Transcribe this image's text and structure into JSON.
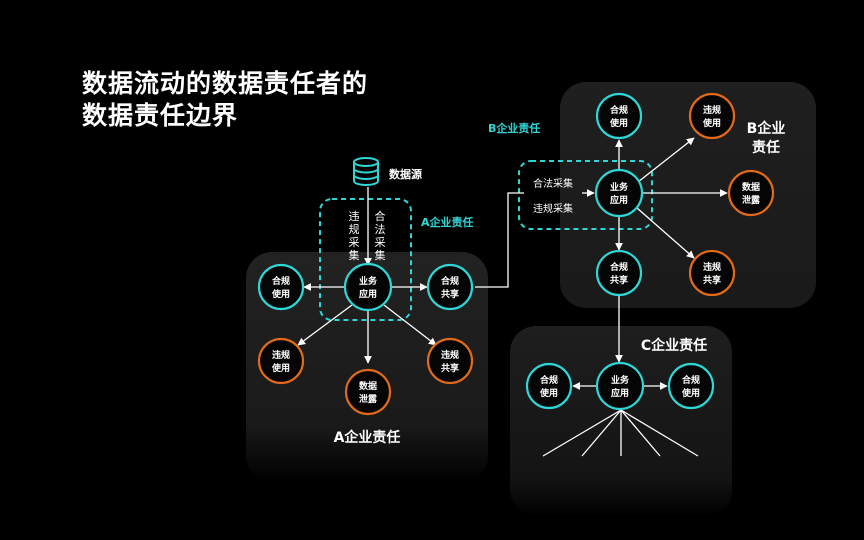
{
  "title": {
    "line1": "数据流动的数据责任者的",
    "line2": "数据责任边界"
  },
  "colors": {
    "background": "#000000",
    "cyan": "#2fd6d6",
    "orange": "#e06a1a",
    "panel": "#1c1c1c",
    "node_fill": "#050505",
    "line": "#ffffff"
  },
  "source": {
    "icon": "database-icon",
    "label": "数据源"
  },
  "enterprise_a": {
    "tag": "A企业责任",
    "caption": "A企业责任",
    "collect_illegal": "违规采集",
    "collect_legal": "合法采集",
    "center": "业务应用",
    "legal_use": "合规使用",
    "legal_share": "合规共享",
    "illegal_use": "违规使用",
    "leak": "数据泄露",
    "illegal_share": "违规共享"
  },
  "enterprise_b": {
    "tag": "B企业责任",
    "caption": "B企业责任",
    "collect_legal": "合法采集",
    "collect_illegal": "违规采集",
    "center": "业务应用",
    "legal_use": "合规使用",
    "illegal_use": "违规使用",
    "leak": "数据泄露",
    "legal_share": "合规共享",
    "illegal_share": "违规共享"
  },
  "enterprise_c": {
    "caption": "C企业责任",
    "center": "业务应用",
    "legal_use_left": "合规使用",
    "legal_use_right": "合规使用"
  }
}
